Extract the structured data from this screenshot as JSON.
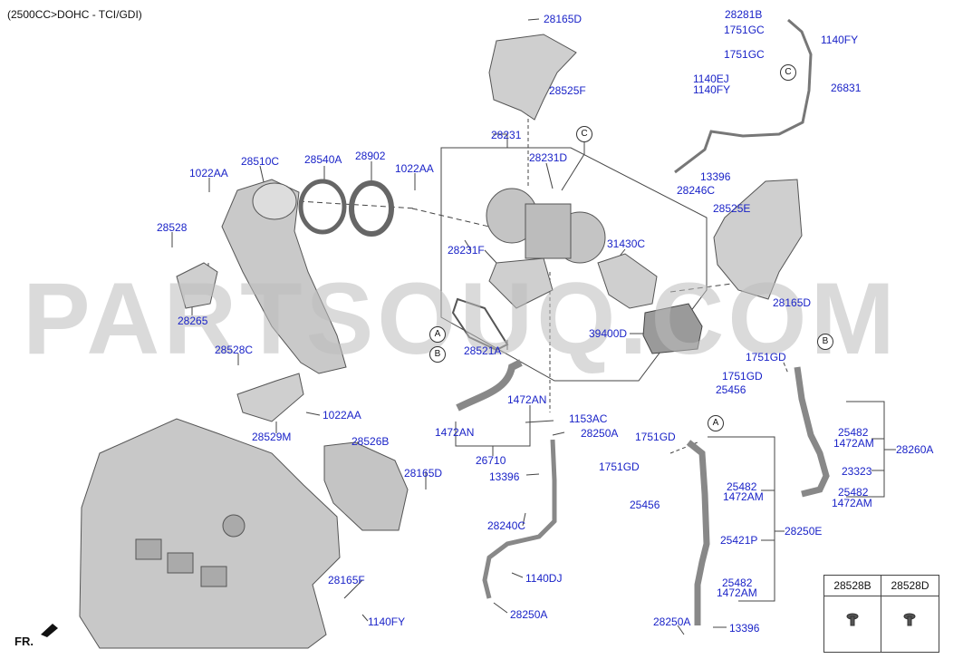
{
  "header": {
    "title": "(2500CC>DOHC - TCI/GDI)"
  },
  "watermark": "PARTSOUQ.COM",
  "front_marker": "FR.",
  "callouts": [
    "A",
    "B",
    "C"
  ],
  "labels": [
    "28165D",
    "28525F",
    "28281B",
    "1751GC",
    "1751GC",
    "1140FY",
    "1140EJ",
    "1140FY",
    "26831",
    "28231",
    "28231D",
    "13396",
    "28246C",
    "28510C",
    "28540A",
    "28902",
    "1022AA",
    "1022AA",
    "28528",
    "28231F",
    "31430C",
    "28525E",
    "28165D",
    "28265",
    "28521A",
    "39400D",
    "1751GD",
    "1751GD",
    "25456",
    "28528C",
    "1472AN",
    "1153AC",
    "1472AN",
    "28250A",
    "25482",
    "1472AM",
    "28260A",
    "23323",
    "25482",
    "1472AM",
    "1022AA",
    "28529M",
    "26710",
    "1751GD",
    "28526B",
    "28165D",
    "13396",
    "1751GD",
    "25482",
    "1472AM",
    "25456",
    "28240C",
    "28250E",
    "25421P",
    "1140DJ",
    "28165F",
    "25482",
    "1472AM",
    "28250A",
    "1140FY",
    "28250A",
    "13396"
  ],
  "parts_table": {
    "col1": "28528B",
    "col2": "28528D"
  },
  "colors": {
    "label": "#1a23c8",
    "line": "#333333",
    "part_fill": "#c9c9c9",
    "watermark": "#bdbdbd"
  }
}
